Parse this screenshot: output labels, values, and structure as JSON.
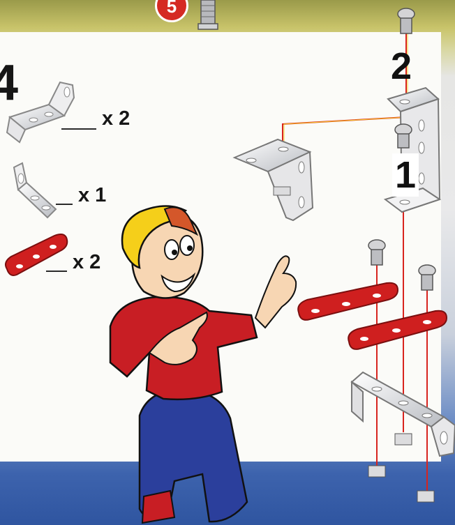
{
  "header": {
    "circled_number": "5"
  },
  "parts_list": {
    "step_number": "4",
    "items": [
      {
        "name": "angle-bracket-wide",
        "qty_label": "x 2"
      },
      {
        "name": "angle-bracket-small",
        "qty_label": "x 1"
      },
      {
        "name": "red-strip-3-hole",
        "qty_label": "x 2"
      }
    ]
  },
  "assembly": {
    "callouts": [
      "2",
      "1"
    ]
  },
  "colors": {
    "part_red": "#cf1f1f",
    "metal": "#e4e4e6",
    "guide_line": "#d8241e",
    "boy_shirt": "#c81e24",
    "boy_jeans": "#2b3f9c",
    "cap": "#f5cf1a"
  }
}
